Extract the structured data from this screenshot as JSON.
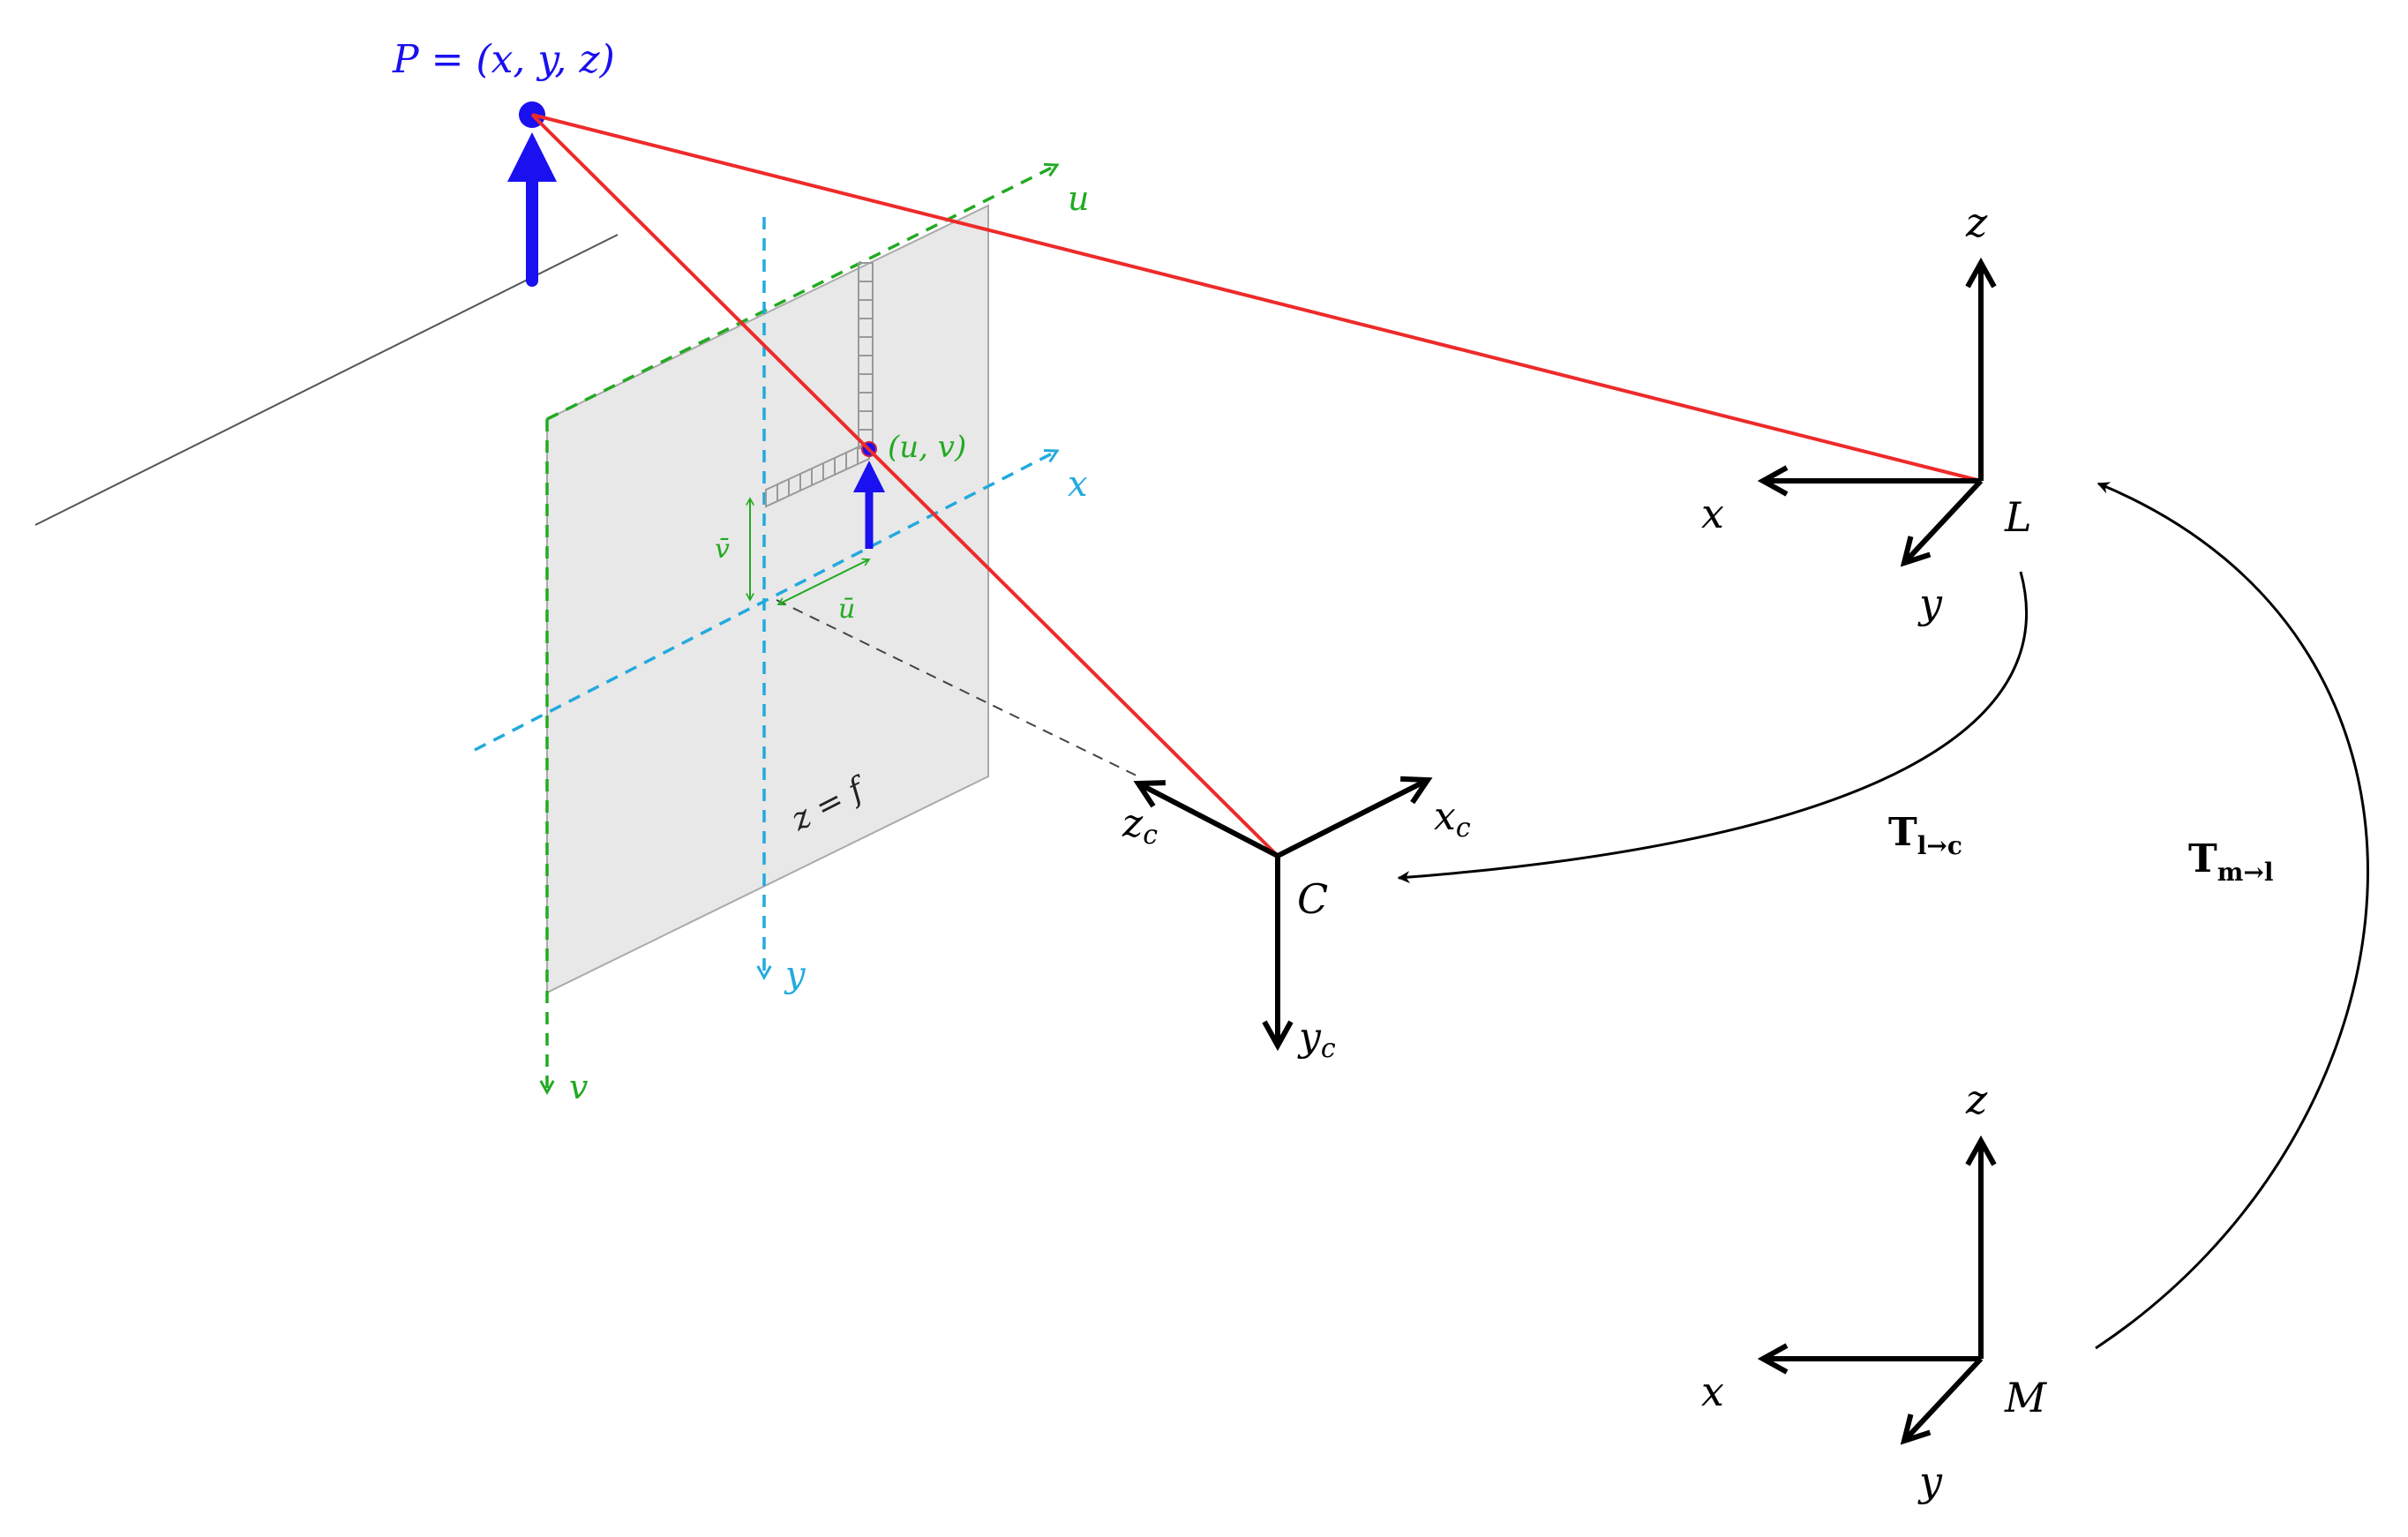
{
  "colors": {
    "point": "#1a10f0",
    "ray": "#ee2a2a",
    "image_axis": "#22aa22",
    "camera_axis": "#22aadd",
    "plane_fill": "#e8e8e8",
    "frame_axis": "#000000"
  },
  "labels": {
    "point": "P = (x, y, z)",
    "projection": "(u, v)",
    "u_axis": "u",
    "v_axis": "v",
    "cam_x_axis": "x",
    "cam_y_axis": "y",
    "u_bar": "ū",
    "v_bar": "v̄",
    "plane_equation": "z = f"
  },
  "frames": {
    "camera": {
      "name": "C",
      "x": "x",
      "x_sub": "c",
      "y": "y",
      "y_sub": "c",
      "z": "z",
      "z_sub": "c"
    },
    "lidar": {
      "name": "L",
      "x": "x",
      "y": "y",
      "z": "z"
    },
    "map": {
      "name": "M",
      "x": "x",
      "y": "y",
      "z": "z"
    }
  },
  "transforms": {
    "lidar_to_camera": {
      "main": "T",
      "sub": "l→c"
    },
    "map_to_lidar": {
      "main": "T",
      "sub": "m→l"
    }
  }
}
